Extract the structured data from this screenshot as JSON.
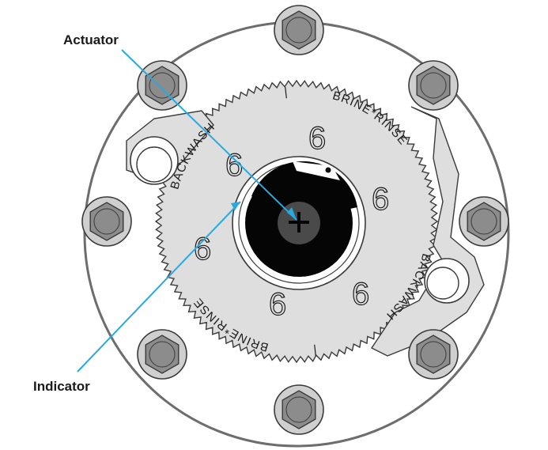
{
  "callouts": {
    "actuator": "Actuator",
    "indicator": "Indicator"
  },
  "dial": {
    "labels": [
      "BACKWASH",
      "BRINE*RINSE",
      "BACKWASH",
      "BRINE*RINSE"
    ],
    "separator": "|",
    "cycle_digit": "6"
  },
  "colors": {
    "leader_line": "#27a9e1",
    "housing": "#ffffff",
    "gear_plate": "#dedede",
    "bolt": "#8c8c8c",
    "center": "#050505"
  },
  "icons": {
    "actuator": "plus-icon",
    "indicator": "dot-icon"
  }
}
